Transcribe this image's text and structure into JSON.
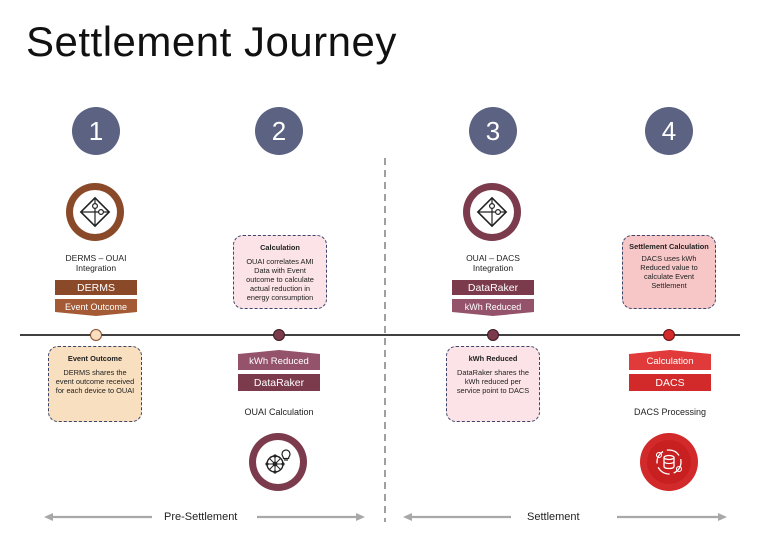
{
  "title": "Settlement Journey",
  "steps": [
    {
      "number": "1"
    },
    {
      "number": "2"
    },
    {
      "number": "3"
    },
    {
      "number": "4"
    }
  ],
  "upper": {
    "step1": {
      "caption_line1": "DERMS – OUAI",
      "caption_line2": "Integration",
      "bar_top": "DERMS",
      "bar_bottom": "Event Outcome"
    },
    "step2": {
      "callout_title": "Calculation",
      "callout_body": "OUAI correlates AMI Data with Event outcome to calculate actual reduction in energy consumption"
    },
    "step3": {
      "caption_line1": "OUAI – DACS",
      "caption_line2": "Integration",
      "bar_top": "DataRaker",
      "bar_bottom": "kWh Reduced"
    },
    "step4": {
      "callout_title": "Settlement Calculation",
      "callout_body": "DACS uses kWh Reduced value to calculate Event Settlement"
    }
  },
  "lower": {
    "step1": {
      "callout_title": "Event Outcome",
      "callout_body": "DERMS shares the event outcome received for each device to OUAI"
    },
    "step2": {
      "bar_top": "kWh Reduced",
      "bar_bottom": "DataRaker",
      "caption": "OUAI Calculation"
    },
    "step3": {
      "callout_title": "kWh Reduced",
      "callout_body": "DataRaker shares the kWh reduced per service point to DACS"
    },
    "step4": {
      "bar_top": "Calculation",
      "bar_bottom": "DACS",
      "caption": "DACS Processing"
    }
  },
  "phases": {
    "left": "Pre-Settlement",
    "right": "Settlement"
  },
  "colors": {
    "number_circle": "#5b6282",
    "brown": "#8a4a2a",
    "brown_light": "#a35a35",
    "plum": "#7b3b4d",
    "plum_light": "#94536a",
    "red": "#d22a2a",
    "red_light": "#e03a3a",
    "callout_tan": "#f8dfbf",
    "callout_pink": "#fbe3e7",
    "callout_rose": "#f7c7c7",
    "timeline": "#000000",
    "phase_arrow": "#a8a8a8",
    "divider": "#a0a0a0"
  },
  "icons": [
    "puzzle-icon",
    "puzzle-icon",
    "network-bulb-icon",
    "database-cycle-icon"
  ]
}
